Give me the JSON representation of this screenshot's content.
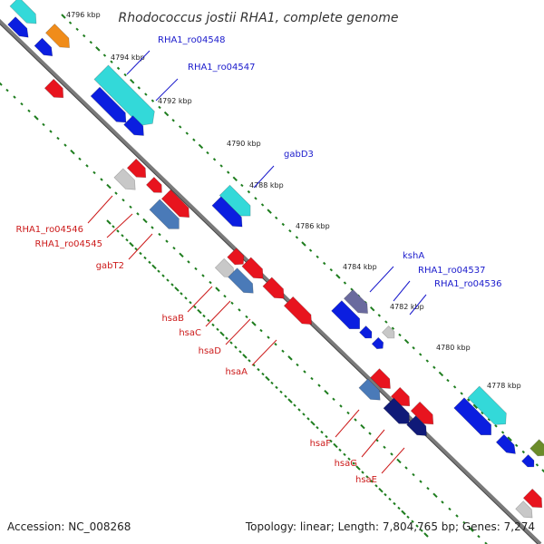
{
  "title": "Rhodococcus jostii RHA1, complete genome",
  "footer": {
    "accession": "Accession: NC_008268",
    "topology": "Topology: linear; Length: 7,804,765 bp; Genes: 7,274"
  },
  "colors": {
    "backbone": "#7a7a7a",
    "tick": "#1e7d1e",
    "forward_label": "#1a1acc",
    "reverse_label": "#cc1a1a",
    "cyan": "#33d9d9",
    "blue": "#0b1ee0",
    "orange": "#f08c1a",
    "red": "#e8141e",
    "grey": "#c8c8c8",
    "steel": "#4a7ab8",
    "navy": "#101a78",
    "purple": "#6a6a9e",
    "olive": "#6b8c2a"
  },
  "kbp_ticks": [
    "4796 kbp",
    "4794 kbp",
    "4792 kbp",
    "4790 kbp",
    "4788 kbp",
    "4786 kbp",
    "4784 kbp",
    "4782 kbp",
    "4780 kbp",
    "4778 kbp"
  ],
  "forward_genes": [
    "RHA1_ro04548",
    "RHA1_ro04547",
    "gabD3",
    "kshA",
    "RHA1_ro04537",
    "RHA1_ro04536"
  ],
  "reverse_genes": [
    "RHA1_ro04546",
    "RHA1_ro04545",
    "gabT2",
    "hsaB",
    "hsaC",
    "hsaD",
    "hsaA",
    "hsaF",
    "hsaG",
    "hsaE"
  ]
}
